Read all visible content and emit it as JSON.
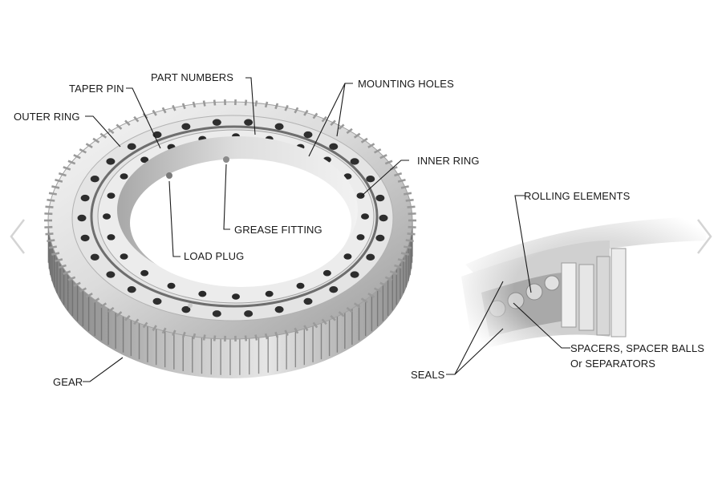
{
  "labels": {
    "part_numbers": "PART NUMBERS",
    "taper_pin": "TAPER PIN",
    "outer_ring": "OUTER RING",
    "mounting_holes": "MOUNTING HOLES",
    "inner_ring": "INNER RING",
    "grease_fitting": "GREASE FITTING",
    "load_plug": "LOAD PLUG",
    "gear": "GEAR",
    "rolling_elements": "ROLLING ELEMENTS",
    "spacers_line1": "SPACERS, SPACER BALLS",
    "spacers_line2": "Or SEPARATORS",
    "seals": "SEALS"
  },
  "icons": {
    "prev": "chevron-left-icon",
    "next": "chevron-right-icon"
  },
  "colors": {
    "leader": "#1a1a1a",
    "steel_light": "#eeeeee",
    "steel_dark": "#8d8d8d",
    "nav_arrow": "#d4d4d4"
  }
}
